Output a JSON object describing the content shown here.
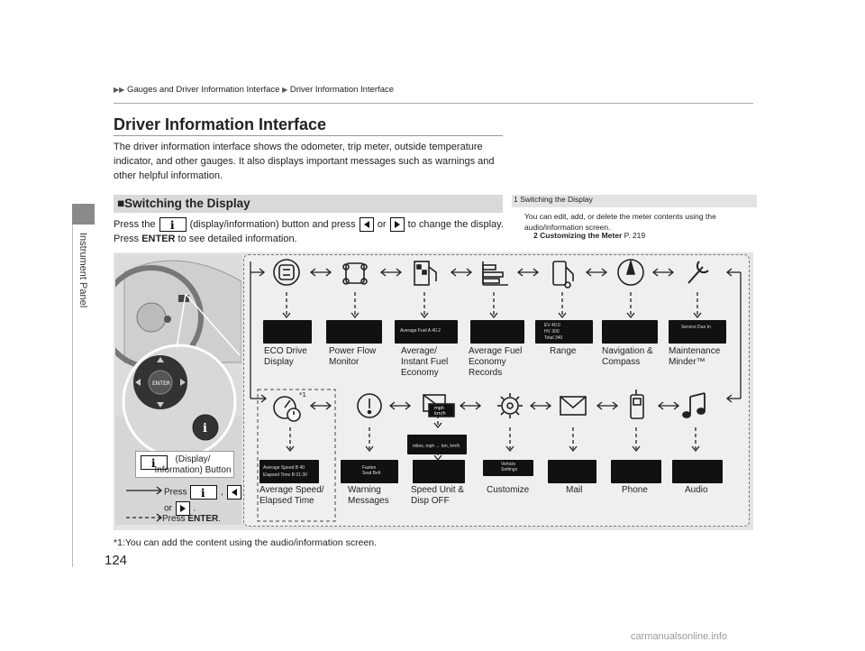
{
  "breadcrumb": {
    "part1": "Gauges and Driver Information Interface",
    "part2": "Driver Information Interface"
  },
  "page": {
    "title": "Driver Information Interface",
    "number": "124",
    "side_label": "Instrument Panel"
  },
  "intro": "The driver information interface shows the odometer, trip meter, outside temperature indicator, and other gauges. It also displays important messages such as warnings and other helpful information.",
  "section": {
    "title": "Switching the Display",
    "press_a": "Press the",
    "press_b": "(display/information) button and press",
    "press_or": "or",
    "press_c": "to change the display. Press",
    "enter": "ENTER",
    "press_d": "to see detailed information."
  },
  "note": {
    "head": "Switching the Display",
    "body": "You can edit, add, or delete the meter contents using the audio/information screen.",
    "ref_label": "Customizing the Meter",
    "ref_page": "P. 219"
  },
  "top_row": [
    {
      "label": "ECO Drive\nDisplay",
      "icon": "eco-drive-icon"
    },
    {
      "label": "Power Flow\nMonitor",
      "icon": "power-flow-icon"
    },
    {
      "label": "Average/\nInstant Fuel\nEconomy",
      "icon": "fuel-economy-icon"
    },
    {
      "label": "Average Fuel\nEconomy\nRecords",
      "icon": "fuel-records-icon"
    },
    {
      "label": "Range",
      "icon": "range-icon"
    },
    {
      "label": "Navigation &\nCompass",
      "icon": "compass-icon"
    },
    {
      "label": "Maintenance\nMinder™",
      "icon": "wrench-icon"
    }
  ],
  "bottom_row": [
    {
      "label": "Average Speed/\nElapsed Time",
      "icon": "speed-time-icon"
    },
    {
      "label": "Warning\nMessages",
      "icon": "warning-icon"
    },
    {
      "label": "Speed Unit &\nDisp OFF",
      "icon": "speed-unit-icon"
    },
    {
      "label": "Customize",
      "icon": "gear-icon"
    },
    {
      "label": "Mail",
      "icon": "mail-icon"
    },
    {
      "label": "Phone",
      "icon": "phone-icon"
    },
    {
      "label": "Audio",
      "icon": "music-icon"
    }
  ],
  "screens": {
    "avg_fuel": "Average Fuel A 40.2",
    "range_ev": "EV 40.0",
    "range_hv": "HV 300",
    "range_total": "Total 340",
    "service": "Service Due In",
    "fasten": "Fasten\nSeat Belt",
    "speed_unit": "miles, mph ↔ km, km/h",
    "mph": "mph\nkm/h",
    "vehicle_settings": "Vehicle\nSettings",
    "avg_speed": "Average Speed B  40",
    "elapsed": "Elapsed Time B  01:30"
  },
  "footnote_mark": "*1",
  "button_label": "(Display/\nInformation) Button",
  "legend": {
    "press": "Press",
    "or": "or",
    "press_enter": "Press",
    "enter": "ENTER"
  },
  "footnote": "*1:You can add the content using the audio/information screen.",
  "watermark": "carmanualsonline.info"
}
